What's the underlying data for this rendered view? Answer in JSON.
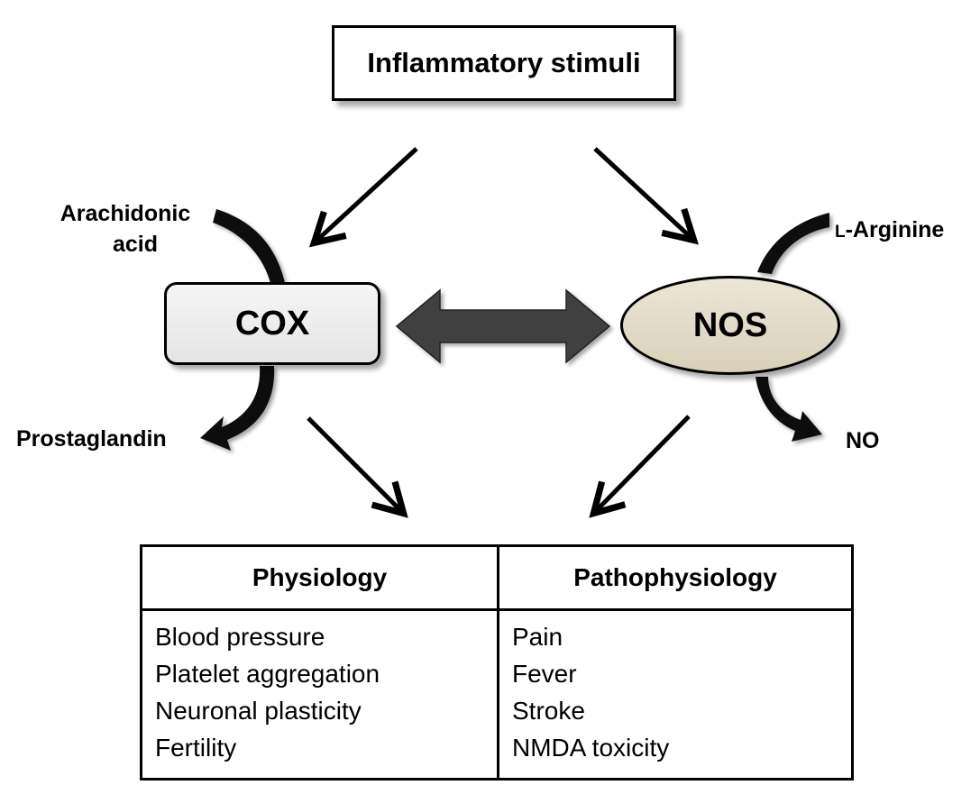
{
  "diagram": {
    "top_node": "Inflammatory stimuli",
    "cox": {
      "label": "COX",
      "substrate": [
        "Arachidonic",
        "acid"
      ],
      "product": "Prostaglandin"
    },
    "nos": {
      "label": "NOS",
      "substrate_prefix": "L",
      "substrate_rest": "-Arginine",
      "product": "NO"
    },
    "table": {
      "left_header": "Physiology",
      "right_header": "Pathophysiology",
      "left_items": [
        "Blood pressure",
        "Platelet aggregation",
        "Neuronal plasticity",
        "Fertility"
      ],
      "right_items": [
        "Pain",
        "Fever",
        "Stroke",
        "NMDA toxicity"
      ]
    }
  },
  "colors": {
    "cox_fill": "#ececec",
    "nos_fill": "#e0d9c4",
    "double_arrow": "#404040",
    "stroke": "#000000"
  }
}
